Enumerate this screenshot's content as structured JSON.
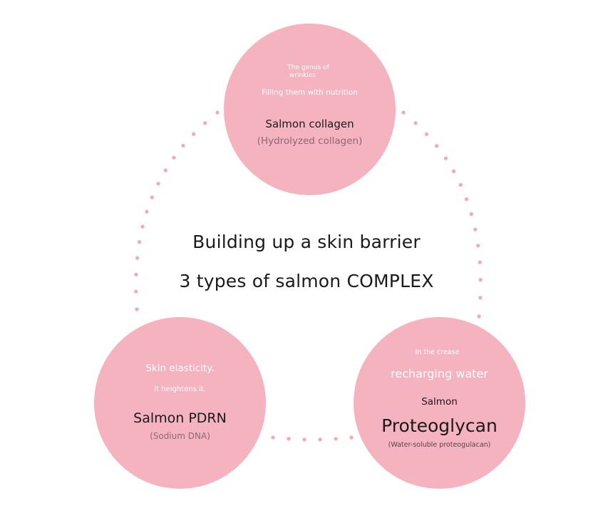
{
  "center": {
    "line1": "Building up a skin barrier",
    "line2": "3 types of salmon COMPLEX"
  },
  "top_circle": {
    "small1": "The genus of",
    "small2": "wrinkles",
    "sub": "Filling them with nutrition",
    "title": "Salmon collagen",
    "paren": "(Hydrolyzed collagen)"
  },
  "left_circle": {
    "line1": "Skin elasticity.",
    "line2": "It heightens it.",
    "title": "Salmon PDRN",
    "paren": "(Sodium DNA)"
  },
  "right_circle": {
    "small": "In the crease",
    "sub": "recharging water",
    "pre_title": "Salmon",
    "title": "Proteoglycan",
    "paren": "(Water-soluble proteogulacan)"
  },
  "colors": {
    "circle_fill": "#f5b3bf",
    "dot": "#f2a9b6",
    "dark_text": "#1a1a1a",
    "muted_text": "#8a6a70",
    "white_text": "#ffffff"
  }
}
